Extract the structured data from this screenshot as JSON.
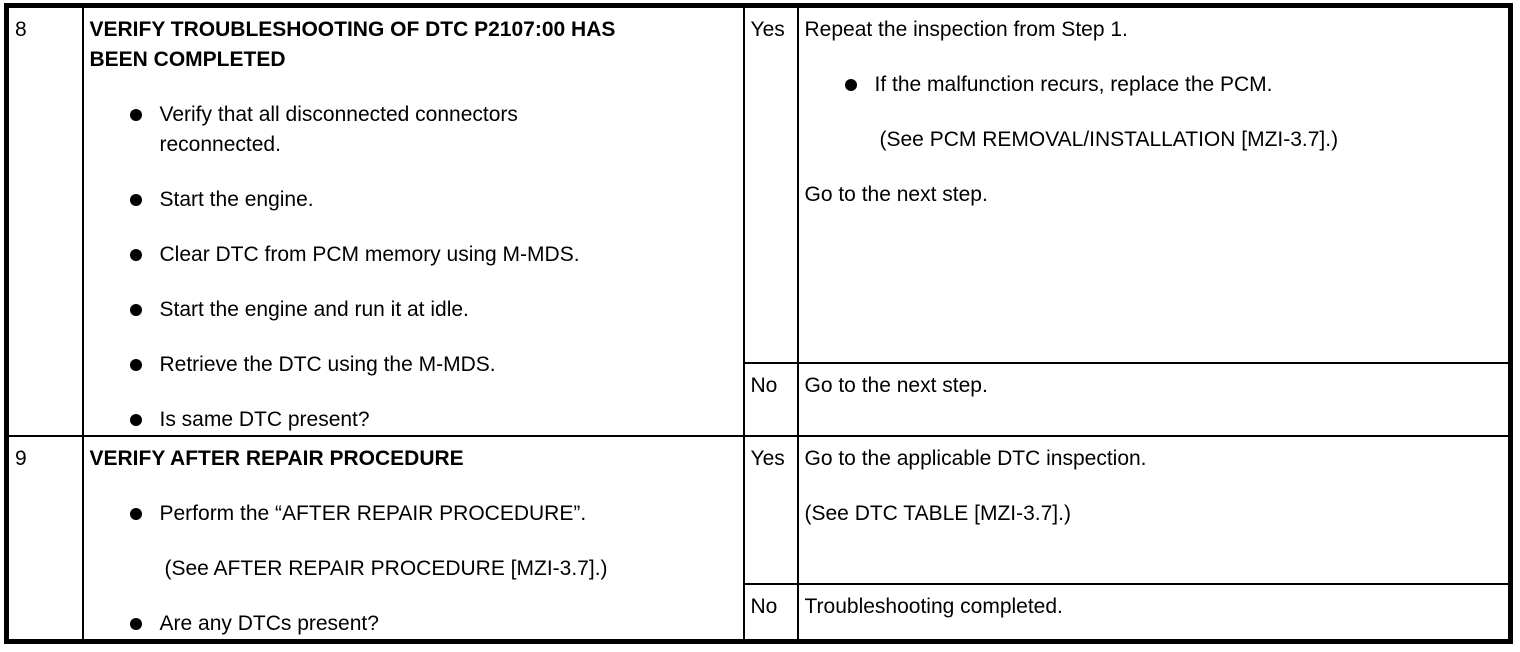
{
  "table": {
    "rows": [
      {
        "step": "8",
        "title": "VERIFY TROUBLESHOOTING OF DTC P2107:00 HAS\nBEEN COMPLETED",
        "bullets": [
          "Verify that all disconnected connectors\nreconnected.",
          "Start the engine.",
          "Clear DTC from PCM memory using M-MDS.",
          "Start the engine and run it at idle.",
          "Retrieve the DTC using the M-MDS.",
          "Is same DTC present?"
        ],
        "yes": {
          "label": "Yes",
          "intro": "Repeat the inspection from Step 1.",
          "bullet": "If the malfunction recurs, replace the PCM.",
          "see": "(See PCM REMOVAL/INSTALLATION [MZI-3.7].)",
          "next": "Go to the next step."
        },
        "no": {
          "label": "No",
          "action": "Go to the next step."
        }
      },
      {
        "step": "9",
        "title": "VERIFY AFTER REPAIR PROCEDURE",
        "bullets": [
          "Perform the “AFTER REPAIR PROCEDURE”.",
          "Are any DTCs present?"
        ],
        "see": "(See AFTER REPAIR PROCEDURE [MZI-3.7].)",
        "yes": {
          "label": "Yes",
          "intro": "Go to the applicable DTC inspection.",
          "see": "(See DTC TABLE [MZI-3.7].)"
        },
        "no": {
          "label": "No",
          "action": "Troubleshooting completed."
        }
      }
    ]
  }
}
